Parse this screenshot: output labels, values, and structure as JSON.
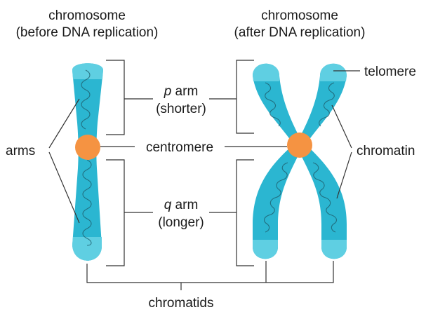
{
  "labels": {
    "chromosome_before_line1": "chromosome",
    "chromosome_before_line2": "(before DNA replication)",
    "chromosome_after_line1": "chromosome",
    "chromosome_after_line2": "(after DNA replication)",
    "p_arm_letter": "p",
    "p_arm_word": " arm",
    "p_arm_note": "(shorter)",
    "centromere": "centromere",
    "q_arm_letter": "q",
    "q_arm_word": " arm",
    "q_arm_note": "(longer)",
    "arms": "arms",
    "telomere": "telomere",
    "chromatin": "chromatin",
    "chromatids": "chromatids"
  },
  "colors": {
    "chromosome_body": "#2bb6d1",
    "chromosome_tip": "#5fcfe2",
    "centromere": "#f59342",
    "chromatin": "#1f5f6e",
    "line": "#333333"
  }
}
